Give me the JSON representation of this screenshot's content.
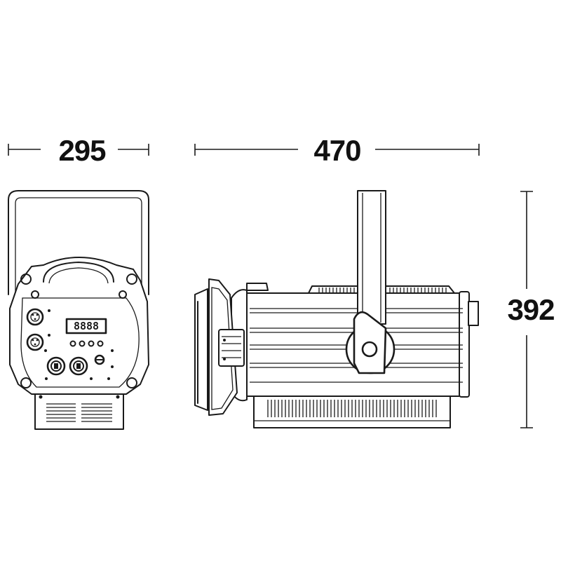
{
  "dimensions": {
    "width": "295",
    "length": "470",
    "height": "392"
  },
  "display_readout": "8888",
  "colors": {
    "line": "#1a1a1a",
    "background": "#ffffff"
  }
}
